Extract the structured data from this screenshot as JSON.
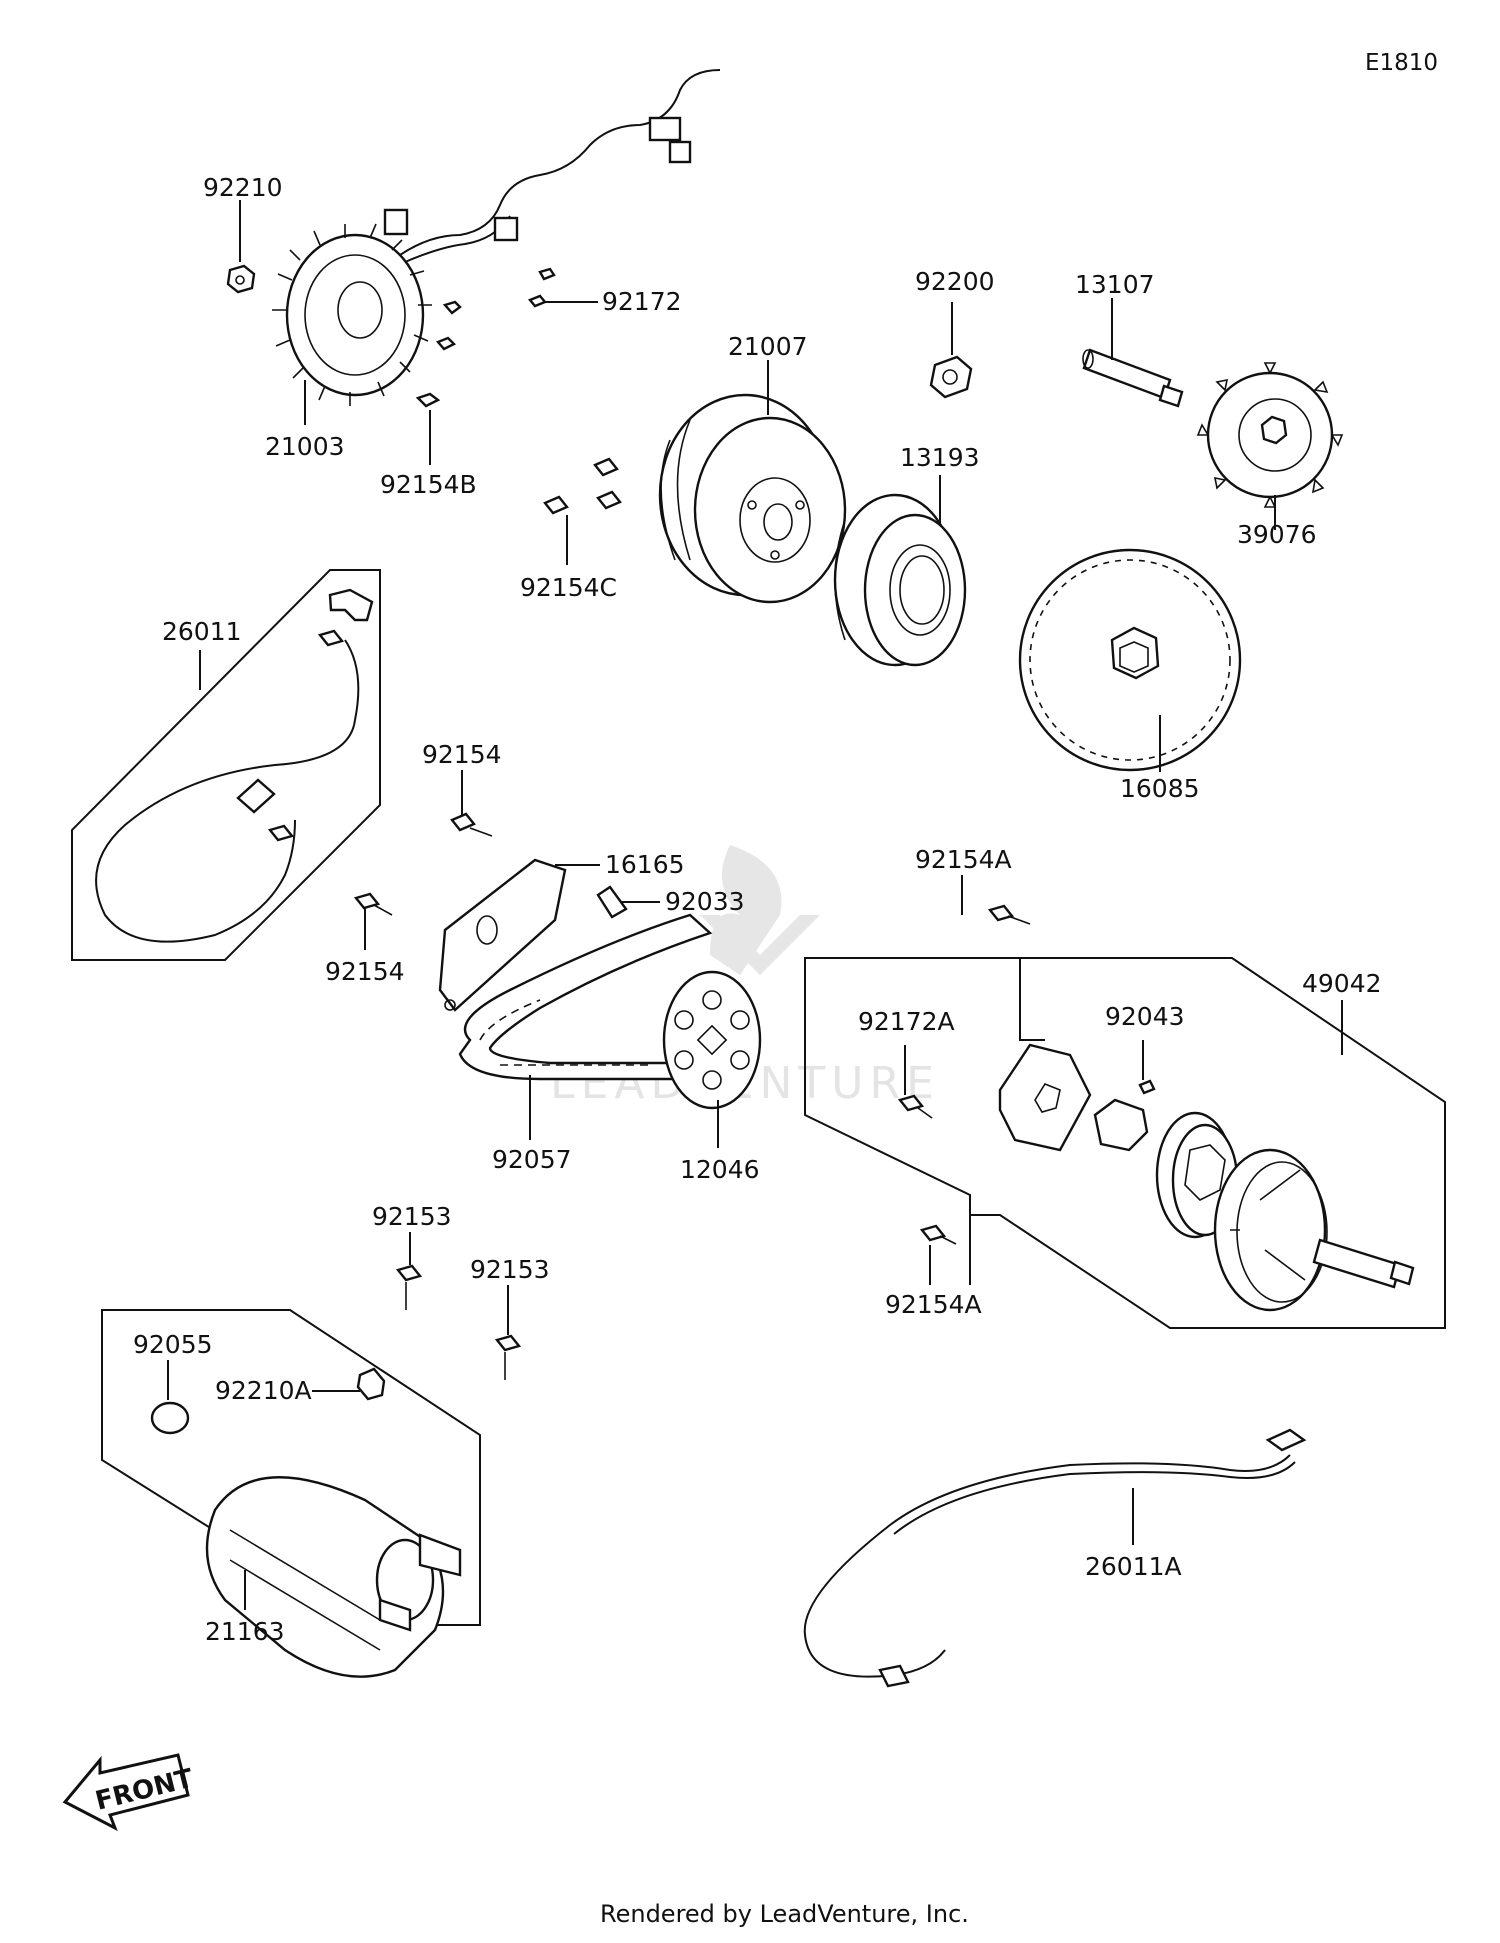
{
  "diagram_code": "E1810",
  "footer": "Rendered by LeadVenture, Inc.",
  "watermark": "LEADVENTURE",
  "front_label": "FRONT",
  "parts": {
    "p92210": "92210",
    "p92172": "92172",
    "p21007": "21007",
    "p92200": "92200",
    "p13107": "13107",
    "p21003": "21003",
    "p92154B": "92154B",
    "p13193": "13193",
    "p92154C": "92154C",
    "p39076": "39076",
    "p26011": "26011",
    "p16085": "16085",
    "p92154_top": "92154",
    "p16165": "16165",
    "p92033": "92033",
    "p92154A_top": "92154A",
    "p92154_left": "92154",
    "p49042": "49042",
    "p92172A": "92172A",
    "p92043": "92043",
    "p92057": "92057",
    "p12046": "12046",
    "p92153_a": "92153",
    "p92153_b": "92153",
    "p92154A_bot": "92154A",
    "p92055": "92055",
    "p92210A": "92210A",
    "p21163": "21163",
    "p26011A": "26011A"
  }
}
